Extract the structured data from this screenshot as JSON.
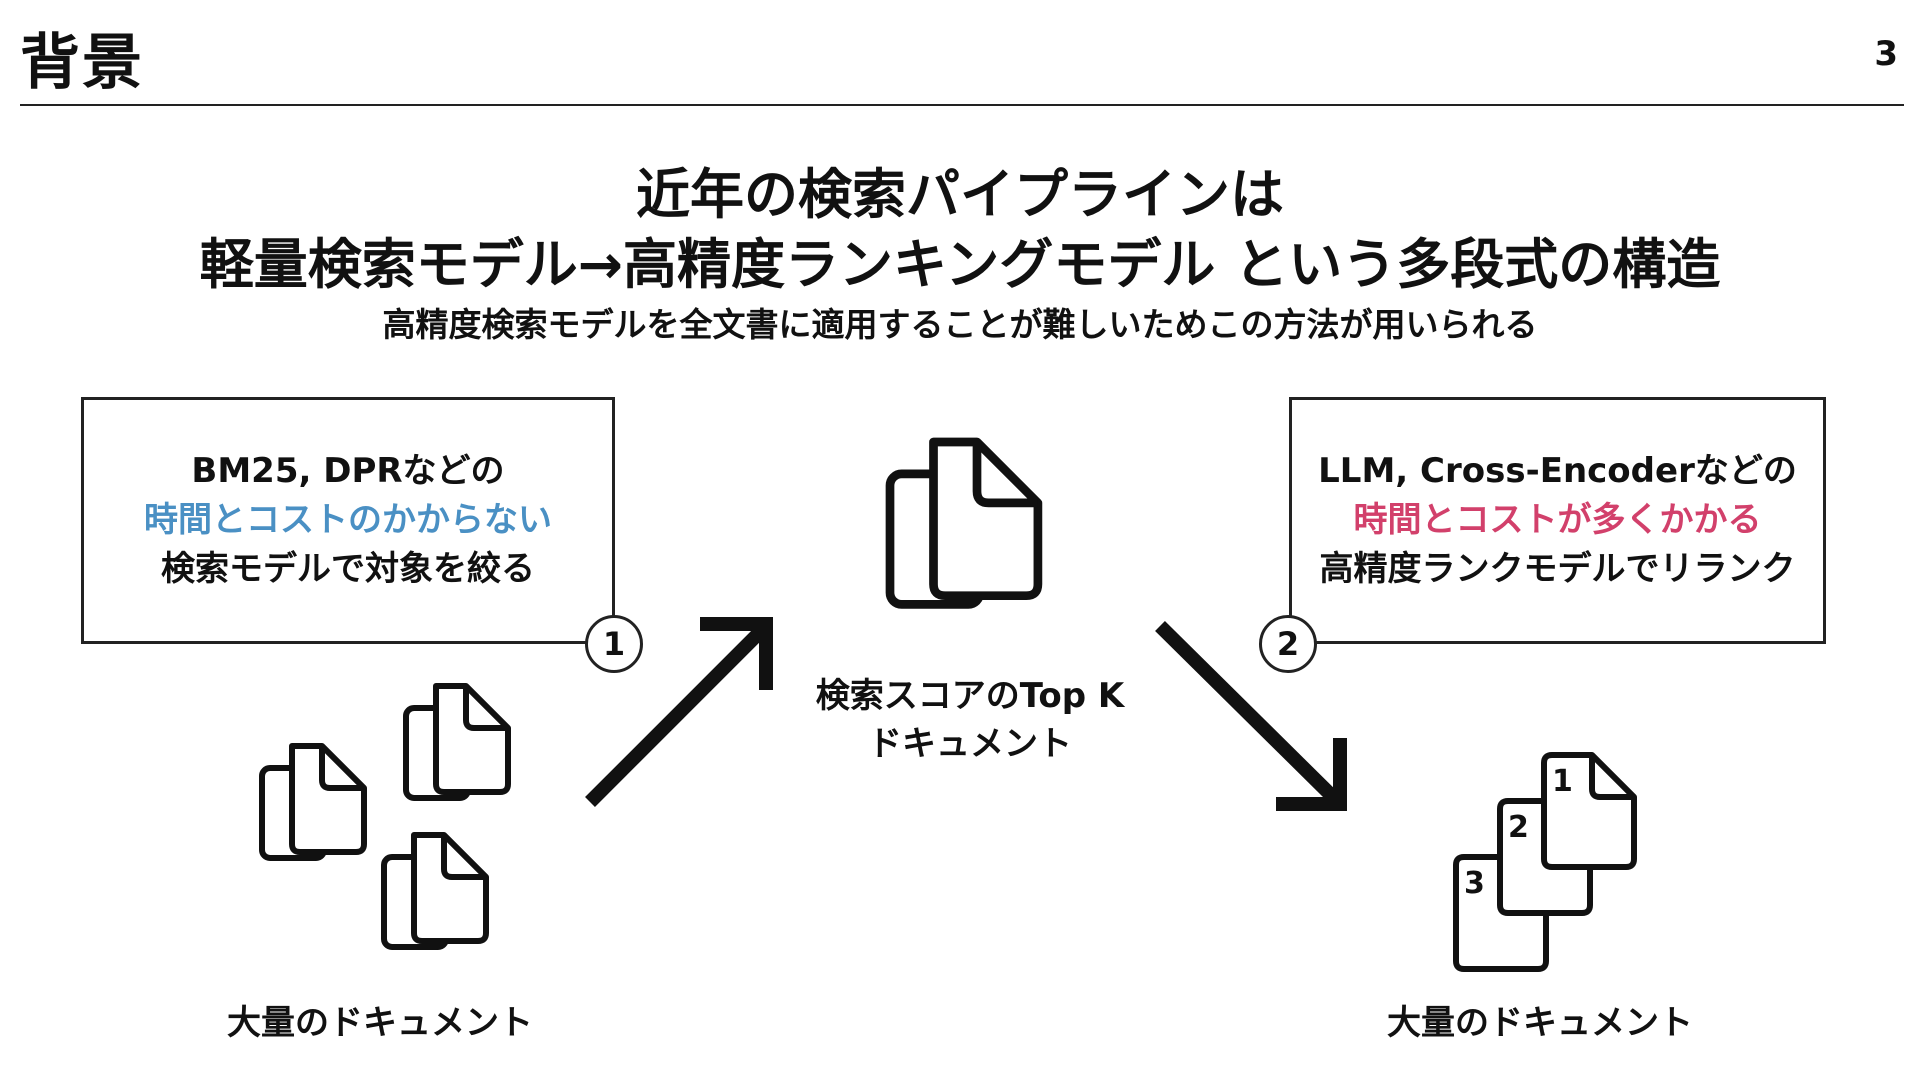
{
  "header": {
    "title": "背景",
    "page_number": "3"
  },
  "headline": {
    "line1": "近年の検索パイプラインは",
    "line2": "軽量検索モデル→高精度ランキングモデル という多段式の構造",
    "subtitle": "高精度検索モデルを全文書に適用することが難しいためこの方法が用いられる"
  },
  "left_box": {
    "line1": "BM25, DPRなどの",
    "line2": "時間とコストのかからない",
    "line3": "検索モデルで対象を絞る",
    "accent_color": "#4a90c4"
  },
  "right_box": {
    "line1": "LLM, Cross-Encoderなどの",
    "line2": "時間とコストが多くかかる",
    "line3": "高精度ランクモデルでリランク",
    "accent_color": "#d2406b"
  },
  "steps": {
    "step1": "1",
    "step2": "2"
  },
  "center": {
    "line1": "検索スコアのTop K",
    "line2": "ドキュメント"
  },
  "bottom": {
    "left_label": "大量のドキュメント",
    "right_label": "大量のドキュメント"
  },
  "ranks": [
    "1",
    "2",
    "3"
  ],
  "icons": {
    "document": "document-stack-icon",
    "arrow_up": "arrow-up-right-icon",
    "arrow_down": "arrow-down-right-icon"
  }
}
